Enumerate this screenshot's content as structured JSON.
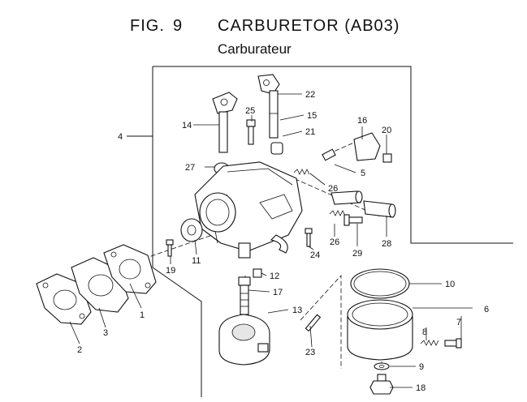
{
  "header": {
    "fig_label": "FIG.",
    "fig_number": "9",
    "title": "CARBURETOR (AB03)",
    "subtitle": "Carburateur"
  },
  "callouts": [
    "1",
    "2",
    "3",
    "4",
    "5",
    "6",
    "7",
    "8",
    "9",
    "10",
    "11",
    "12",
    "13",
    "14",
    "15",
    "16",
    "17",
    "18",
    "19",
    "20",
    "21",
    "22",
    "23",
    "24",
    "25",
    "26",
    "26",
    "27",
    "28",
    "29"
  ]
}
